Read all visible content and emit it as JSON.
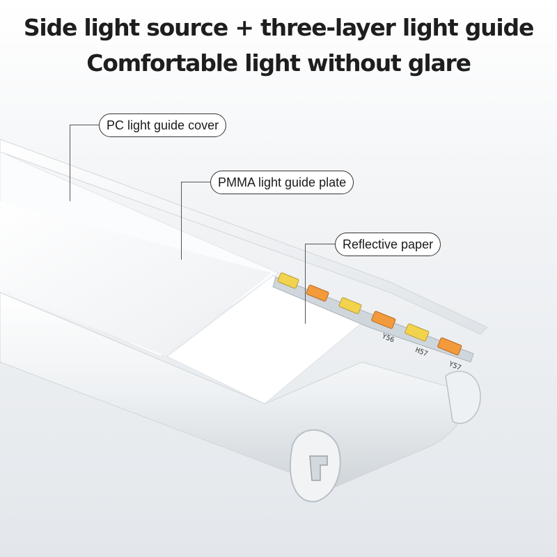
{
  "headline": {
    "line1": "Side light source + three-layer light guide",
    "line2": "Comfortable light without glare"
  },
  "callouts": {
    "pc_cover": "PC light guide cover",
    "pmma_plate": "PMMA light guide plate",
    "reflective_paper": "Reflective paper"
  },
  "pcb_markings": [
    "Y56",
    "H57",
    "Y57"
  ],
  "colors": {
    "warm_led": "#f39a3c",
    "cool_led": "#f2d34e",
    "housing": "#e8ebee",
    "title_text": "#1e1e1e"
  }
}
